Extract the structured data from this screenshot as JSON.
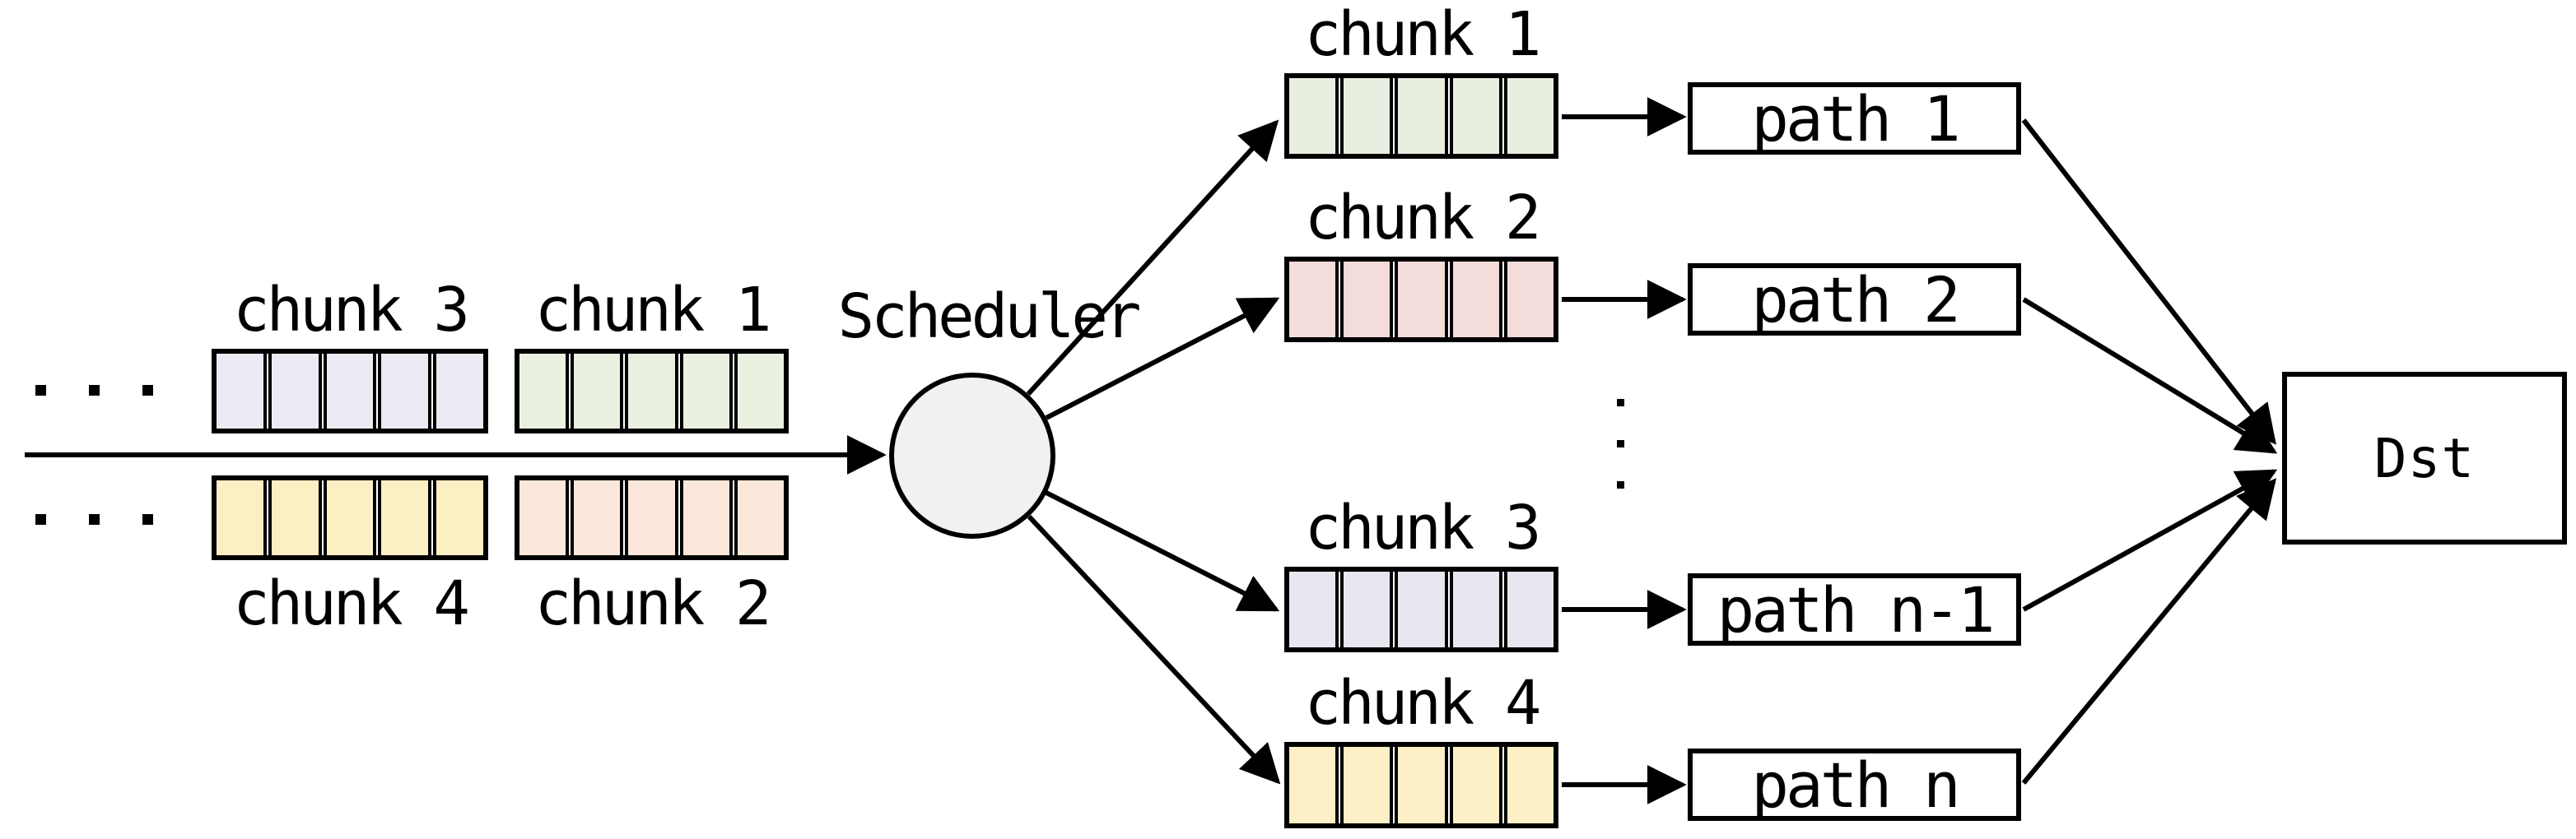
{
  "figure": {
    "background": "#ffffff",
    "line_color": "#000000"
  },
  "source_stream": {
    "ellipsis": "...",
    "cells_per_queue": 5,
    "queues": [
      {
        "label": "chunk 3",
        "color": "#edeaf3"
      },
      {
        "label": "chunk 1",
        "color": "#eaf1e1"
      },
      {
        "label": "chunk 4",
        "color": "#fdefc4"
      },
      {
        "label": "chunk 2",
        "color": "#fbe8da"
      }
    ]
  },
  "scheduler": {
    "label": "Scheduler",
    "fill": "#f1f1f1"
  },
  "output_rows": [
    {
      "chunk_label": "chunk 1",
      "chunk_color": "#e8efe0",
      "path_label": "path 1"
    },
    {
      "chunk_label": "chunk 2",
      "chunk_color": "#f3dcd9",
      "path_label": "path 2"
    },
    {
      "chunk_label": "chunk 3",
      "chunk_color": "#e8e6ef",
      "path_label": "path n-1"
    },
    {
      "chunk_label": "chunk 4",
      "chunk_color": "#fdf0c6",
      "path_label": "path n"
    }
  ],
  "ellipsis_vertical": "⋮",
  "destination": {
    "label": "Dst",
    "fill": "#ffffff"
  }
}
